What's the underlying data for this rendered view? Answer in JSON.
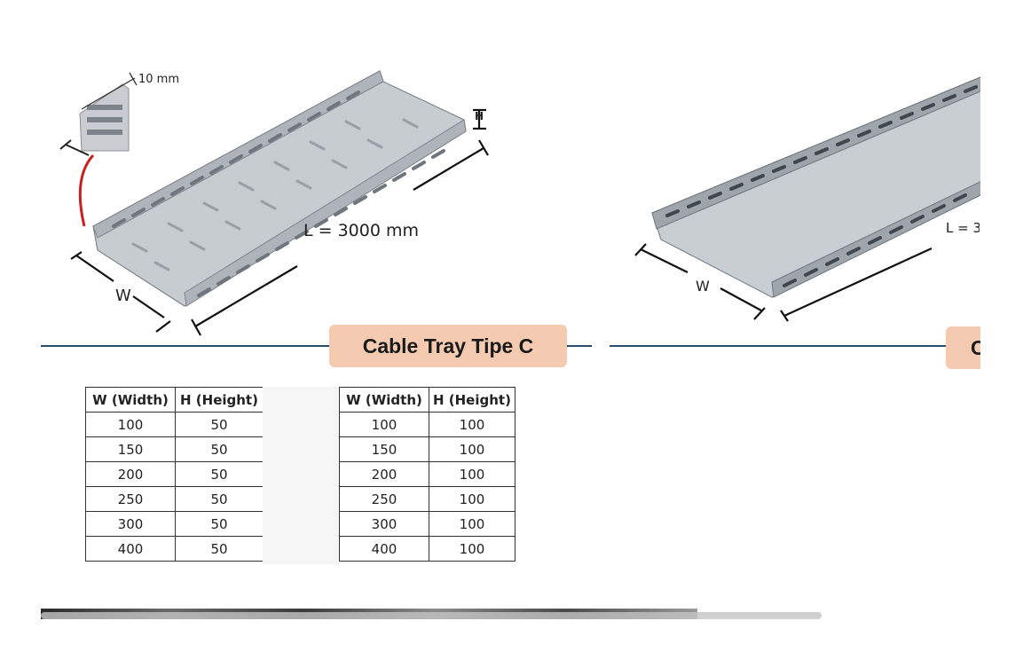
{
  "left_figure": {
    "thickness_label": "10 mm",
    "length_label": "L = 3000 mm",
    "width_label": "W",
    "height_label": "H"
  },
  "right_figure": {
    "length_label": "L = 3(",
    "width_label": "W"
  },
  "section": {
    "title": "Cable Tray Tipe C",
    "title_cut": "C"
  },
  "table_left": {
    "headers": [
      "W (Width)",
      "H (Height)"
    ],
    "rows": [
      [
        "100",
        "50"
      ],
      [
        "150",
        "50"
      ],
      [
        "200",
        "50"
      ],
      [
        "250",
        "50"
      ],
      [
        "300",
        "50"
      ],
      [
        "400",
        "50"
      ]
    ]
  },
  "table_right": {
    "headers": [
      "W (Width)",
      "H (Height)"
    ],
    "rows": [
      [
        "100",
        "100"
      ],
      [
        "150",
        "100"
      ],
      [
        "200",
        "100"
      ],
      [
        "250",
        "100"
      ],
      [
        "300",
        "100"
      ],
      [
        "400",
        "100"
      ]
    ]
  },
  "colors": {
    "title_bg": "#f4cbb0",
    "rule": "#2b4a6b",
    "tray_metal": "#b9bec4"
  }
}
